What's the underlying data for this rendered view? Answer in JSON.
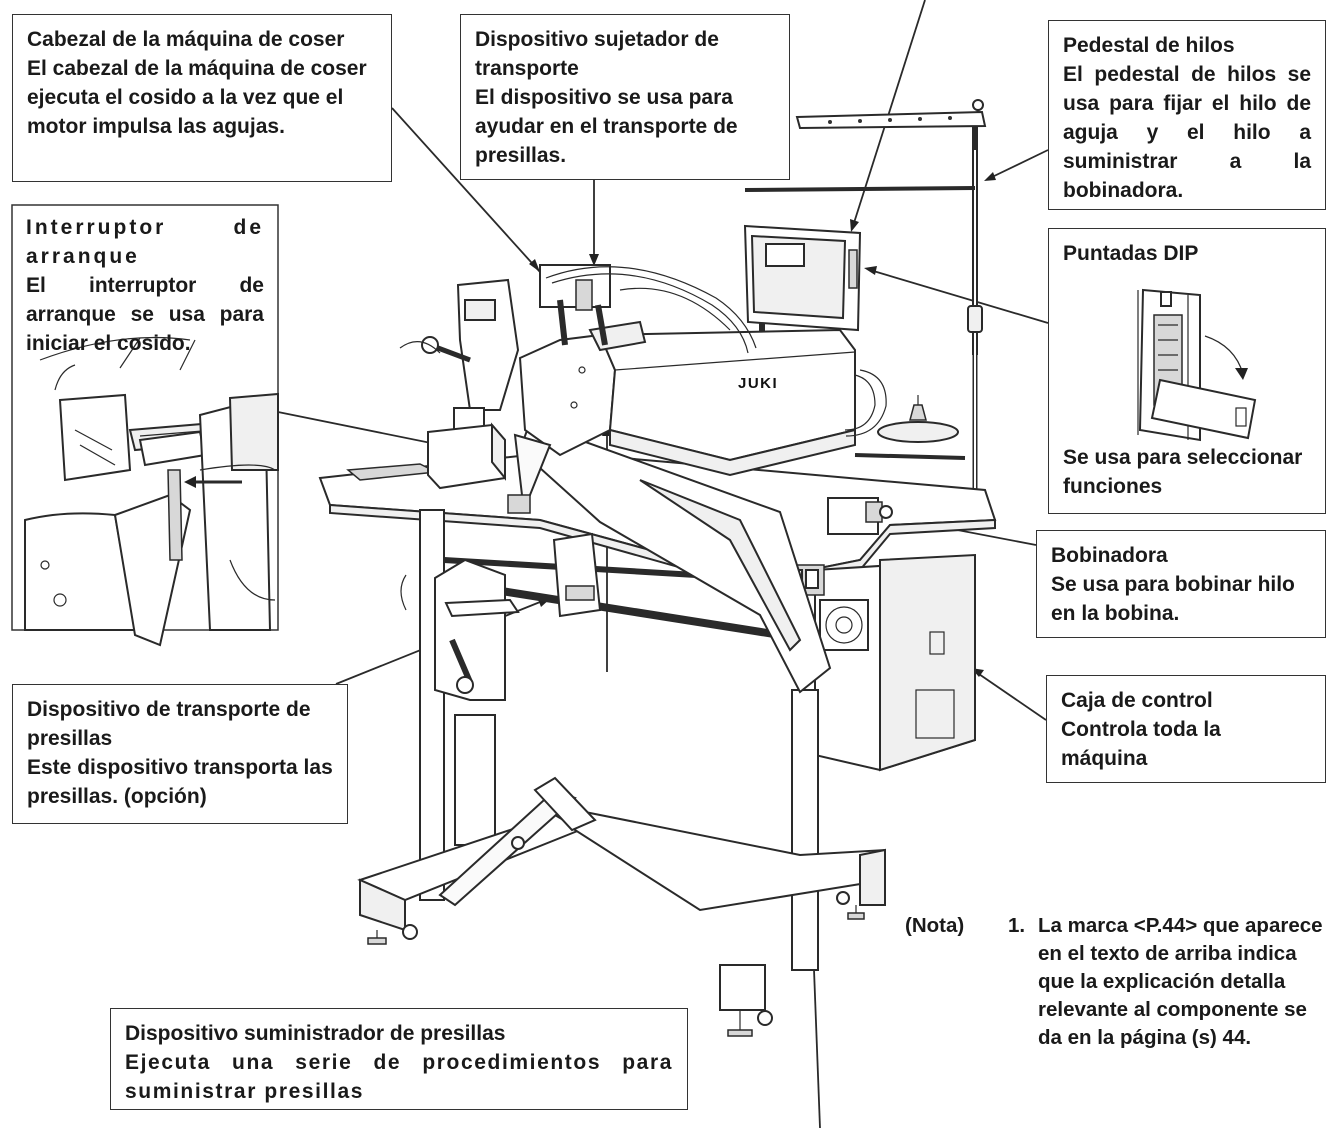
{
  "callouts": {
    "cabezal": {
      "title": "Cabezal de la máquina de coser",
      "text": "El cabezal de la máquina de coser ejecuta el cosido a la vez que el motor impulsa las agujas."
    },
    "sujetador": {
      "title": "Dispositivo sujetador de transporte",
      "text": "El dispositivo se usa para ayudar en el transporte de presillas."
    },
    "pedestal": {
      "title": "Pedestal de hilos",
      "text": "El pedestal de hilos se usa para fijar el hilo de aguja y el hilo a suministrar a la bobinadora."
    },
    "interruptor": {
      "title": "Interruptor de arranque",
      "text": "El interruptor de arranque se usa para iniciar el cosido."
    },
    "dip": {
      "title": "Puntadas DIP",
      "text": "Se usa para seleccionar funciones"
    },
    "bobinadora": {
      "title": "Bobinadora",
      "text": "Se usa para  bobinar hilo en la bobina."
    },
    "caja": {
      "title": "Caja de control",
      "text": "Controla toda la máquina"
    },
    "transporte": {
      "title": "Dispositivo de transporte de presillas",
      "text": "Este dispositivo transporta las presillas. (opción)"
    },
    "suministrador": {
      "title": "Dispositivo suministrador de presillas",
      "text": "Ejecuta una serie de procedimientos para suministrar presillas"
    }
  },
  "machine": {
    "brand": "JUKI"
  },
  "note": {
    "prefix": "(Nota)",
    "number": "1.",
    "text": "La marca <P.44> que aparece en el texto de arriba indica que la explicación detalla relevante al componente se da en la página (s) 44."
  }
}
